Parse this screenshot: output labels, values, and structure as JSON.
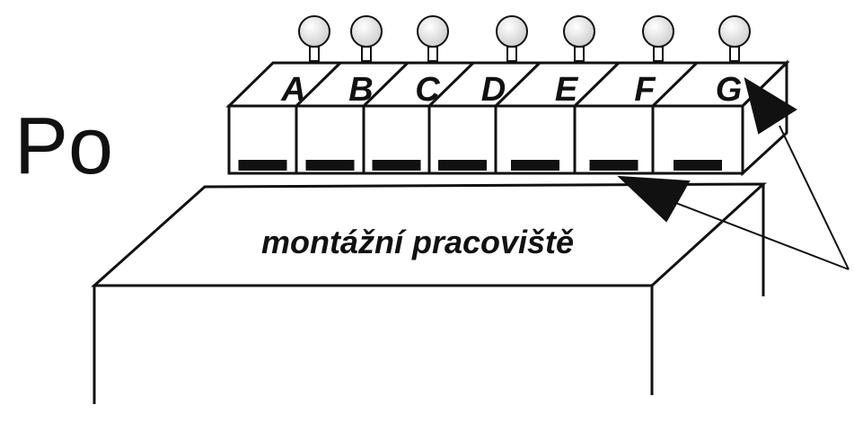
{
  "title": "Po",
  "workstation_label": "montážní pracoviště",
  "bins": [
    {
      "letter": "A",
      "has_indicator": true
    },
    {
      "letter": "B",
      "has_indicator": true
    },
    {
      "letter": "C",
      "has_indicator": true
    },
    {
      "letter": "D",
      "has_indicator": true
    },
    {
      "letter": "E",
      "has_indicator": true
    },
    {
      "letter": "F",
      "has_indicator": true
    },
    {
      "letter": "G",
      "has_indicator": true
    }
  ],
  "colors": {
    "stroke": "#111111",
    "lamp": "#e3e3e3",
    "background": "#ffffff"
  }
}
